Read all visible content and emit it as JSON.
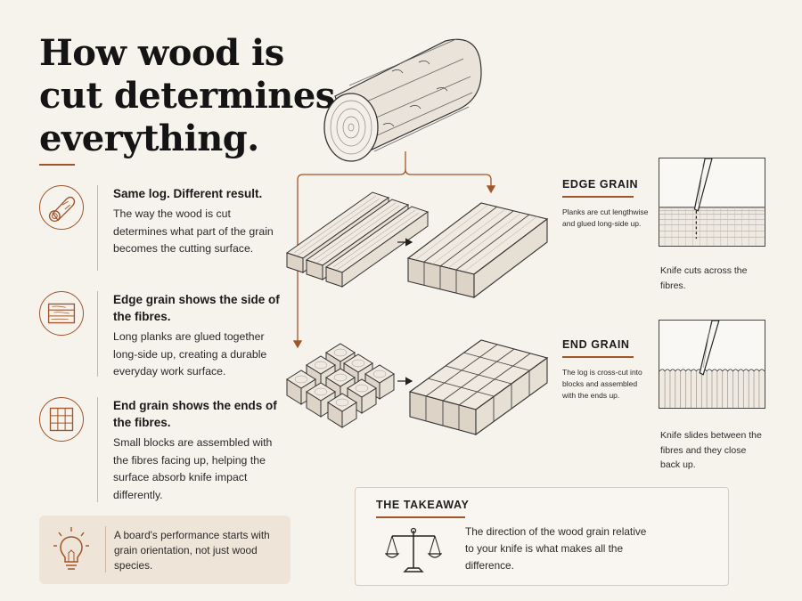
{
  "title": "How wood is cut determines everything.",
  "points": [
    {
      "icon": "log-icon",
      "heading": "Same log. Different result.",
      "body": "The way the wood is cut determines what part of the grain becomes the cutting surface."
    },
    {
      "icon": "planks-icon",
      "heading": "Edge grain shows the side of the fibres.",
      "body": "Long planks are glued together long-side up, creating a durable everyday work surface."
    },
    {
      "icon": "grid-icon",
      "heading": "End grain shows the ends of the fibres.",
      "body": "Small blocks are assembled with the fibres facing up, helping the surface absorb knife impact differently."
    }
  ],
  "tip": {
    "icon": "lightbulb-icon",
    "text": "A board's performance starts with grain orientation, not just wood species."
  },
  "edge_grain": {
    "label": "EDGE GRAIN",
    "description": "Planks are cut lengthwise and glued long-side up.",
    "knife_caption": "Knife cuts across the fibres."
  },
  "end_grain": {
    "label": "END GRAIN",
    "description": "The log is cross-cut into blocks and assembled with the ends up.",
    "knife_caption": "Knife slides between the fibres and they close back up."
  },
  "takeaway": {
    "label": "THE TAKEAWAY",
    "icon": "scale-icon",
    "text": "The direction of the wood grain relative to your knife is what makes all the difference."
  },
  "colors": {
    "accent": "#a0562a",
    "background": "#f6f2ec",
    "tip_background": "#efe4d8",
    "ink": "#1a1a1a"
  }
}
